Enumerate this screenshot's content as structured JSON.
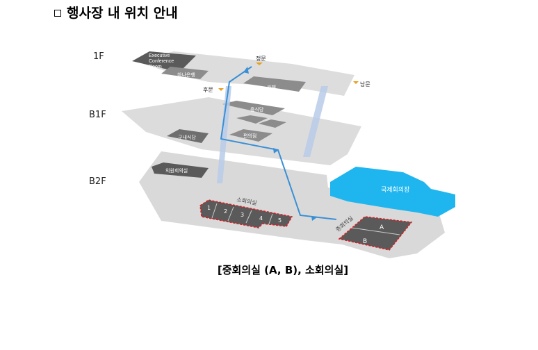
{
  "title": "행사장 내 위치 안내",
  "floors": {
    "f1": "1F",
    "b1": "B1F",
    "b2": "B2F"
  },
  "rooms": {
    "executive_line1": "Executive",
    "executive_line2": "Conference",
    "executive_line3": "Room",
    "hana_bank": "하나은행",
    "cafe": "카페",
    "front_gate": "정문",
    "back_gate": "후문",
    "south_gate": "남문",
    "restaurant": "중식당",
    "cafeteria": "구내식당",
    "convenience": "편의점",
    "member_room": "의원회의실",
    "small_rooms": "소회의실",
    "medium_rooms": "중회의실",
    "intl_hall": "국제회의장",
    "small_1": "1",
    "small_2": "2",
    "small_3": "3",
    "small_4": "4",
    "small_5": "5",
    "medium_a": "A",
    "medium_b": "B"
  },
  "caption": "[중회의실 (A, B), 소회의실]",
  "colors": {
    "floor_slab": "#d9d9d9",
    "room_dark": "#5a5a5a",
    "intl_hall": "#1fb6ef",
    "route": "#3a8fd6",
    "highlight": "#e0191e"
  }
}
